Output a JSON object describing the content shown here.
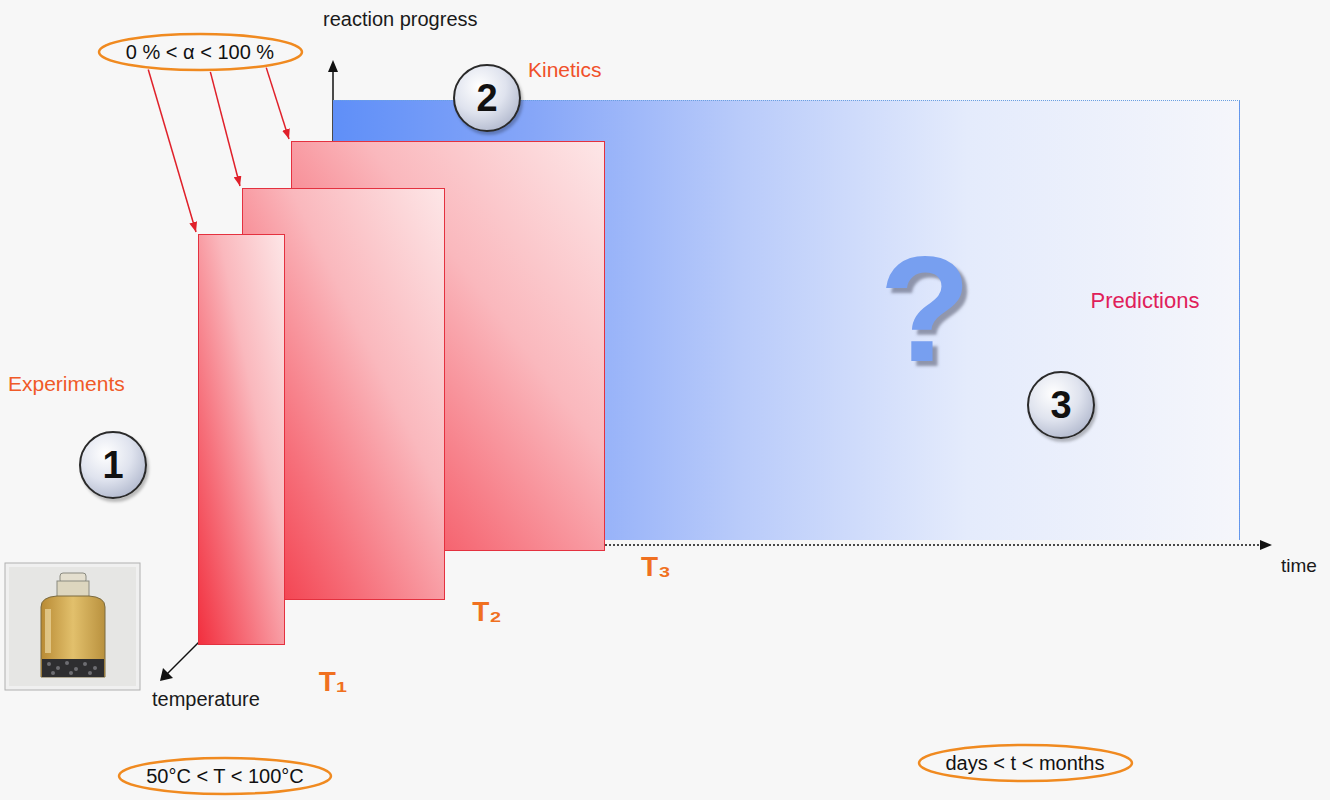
{
  "diagram": {
    "nodes": [
      {
        "text": [
          "0 % < α < 100 %"
        ]
      },
      {
        "text": [
          "2"
        ]
      },
      {
        "text": [
          "?",
          "Predictions"
        ]
      },
      {
        "text": [
          "3"
        ],
        "in": 2
      },
      {
        "text": [
          "T₃"
        ]
      },
      {
        "text": [
          "T₂"
        ]
      },
      {
        "text": [
          "T₁"
        ]
      },
      {
        "text": [
          "1"
        ]
      },
      {
        "text": [
          "days < t < months"
        ]
      },
      {
        "text": [
          "50°C < T < 100°C"
        ]
      }
    ],
    "edges": [
      {
        "from": 0,
        "to": 6,
        "arrow": "to"
      },
      {
        "from": 0,
        "to": 5,
        "arrow": "to"
      },
      {
        "from": 0,
        "to": 4,
        "arrow": "to"
      }
    ],
    "labels": [
      "reaction progress",
      "Kinetics",
      "Experiments",
      "time",
      "temperature"
    ]
  }
}
